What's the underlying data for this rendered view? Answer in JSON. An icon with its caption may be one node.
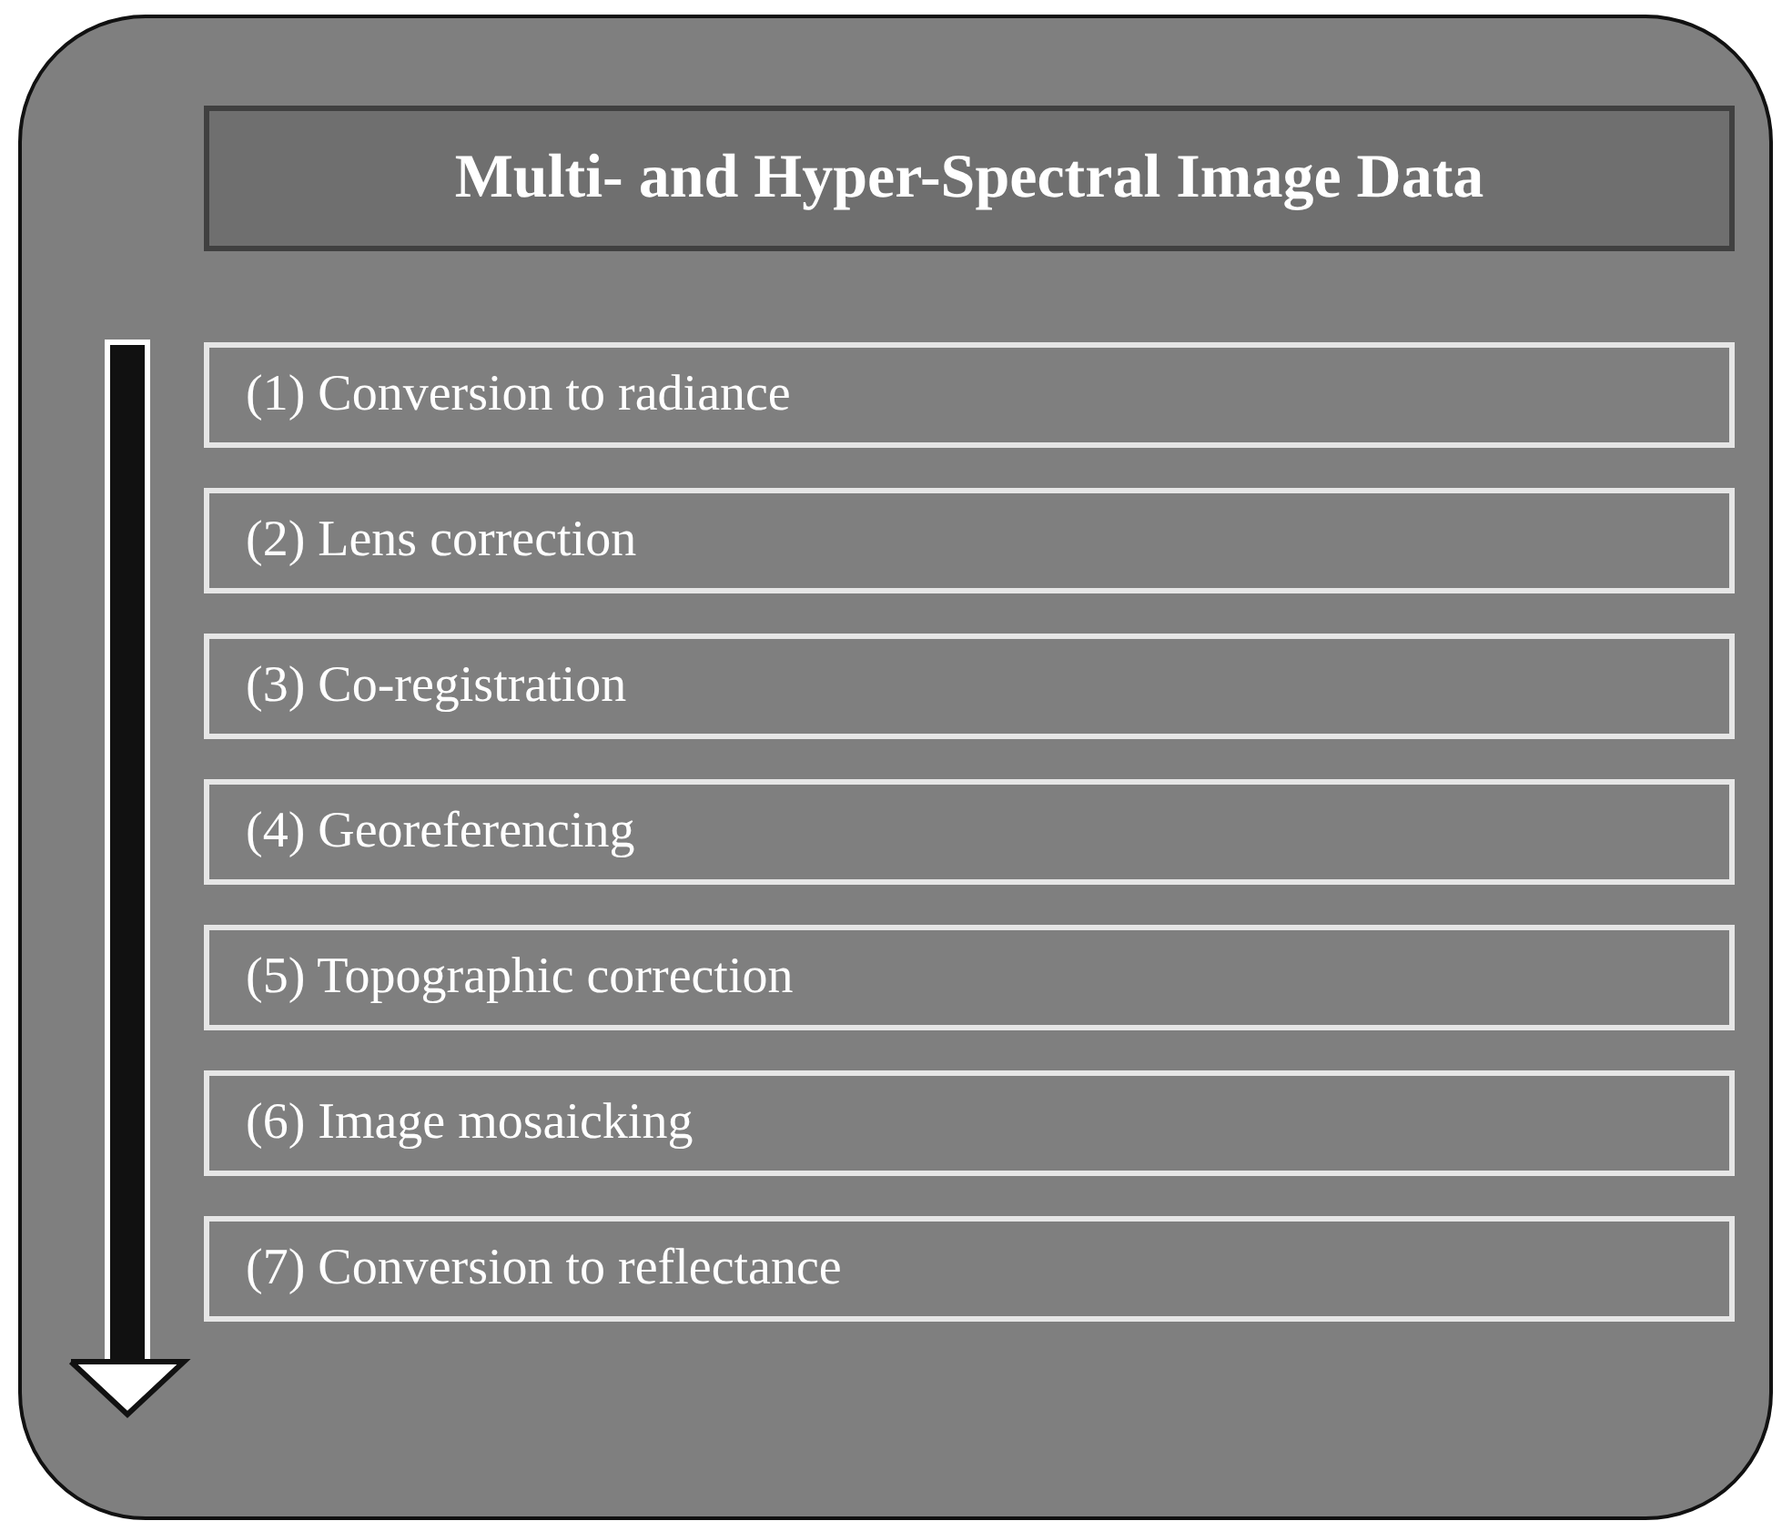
{
  "diagram": {
    "nodes": [
      {
        "text": [],
        "shape": "box"
      },
      {
        "text": [
          "Multi- and Hyper-Spectral Image Data"
        ],
        "in": 0
      },
      {
        "text": [
          "(1) Conversion to radiance"
        ],
        "in": 0
      },
      {
        "text": [
          "(2) Lens correction"
        ],
        "in": 0
      },
      {
        "text": [
          "(3) Co-registration"
        ],
        "in": 0
      },
      {
        "text": [
          "(4) Georeferencing"
        ],
        "in": 0
      },
      {
        "text": [
          "(5) Topographic correction"
        ],
        "in": 0
      },
      {
        "text": [
          "(6) Image mosaicking"
        ],
        "in": 0
      },
      {
        "text": [
          "(7) Conversion to reflectance"
        ],
        "in": 0
      }
    ]
  }
}
